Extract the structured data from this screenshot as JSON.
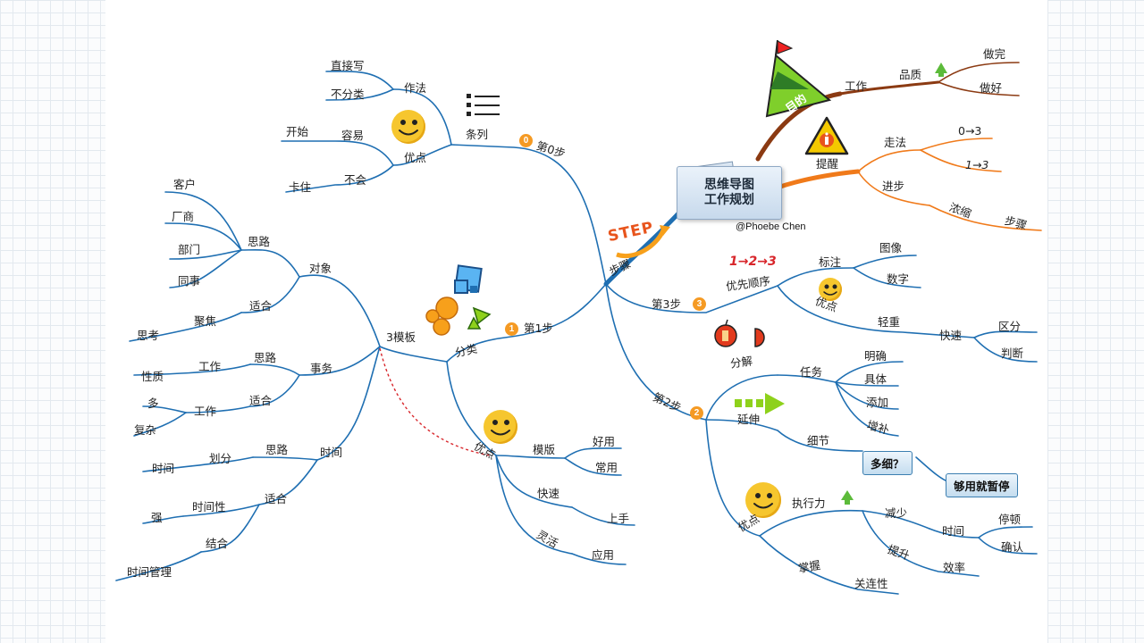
{
  "central": {
    "title_line1": "思维导图",
    "title_line2": "工作规划",
    "author": "@Phoebe Chen"
  },
  "purpose": {
    "label": "目的",
    "work": "工作",
    "quality": "品质",
    "done": "做完",
    "good": "做好"
  },
  "remind": {
    "label": "提醒",
    "walk": "走法",
    "walk_a": "0→3",
    "walk_b": "1→3",
    "progress": "进步",
    "condense": "浓缩",
    "steps": "步骤"
  },
  "steps_branch": {
    "label": "步骤",
    "step_icon_text": "STEP"
  },
  "step0": {
    "label": "第0步",
    "badge": "0",
    "list": "条列",
    "method": "作法",
    "direct": "直接写",
    "no_class": "不分类",
    "advantage": "优点",
    "easy": "容易",
    "start": "开始",
    "wont": "不会",
    "stuck": "卡住"
  },
  "step1": {
    "label": "第1步",
    "badge": "1",
    "classify": "分类",
    "template3": "3模板",
    "object": "对象",
    "thinking": "思路",
    "client": "客户",
    "vendor": "厂商",
    "dept": "部门",
    "colleague": "同事",
    "fit": "适合",
    "focus": "聚焦",
    "think": "思考",
    "affairs": "事务",
    "aff_thinking": "思路",
    "aff_work": "工作",
    "nature": "性质",
    "aff_fit": "适合",
    "aff_work2": "工作",
    "many": "多",
    "complex": "复杂",
    "time": "时间",
    "time_thinking": "思路",
    "divide": "划分",
    "time_word": "时间",
    "time_fit": "适合",
    "timeliness": "时间性",
    "strong": "强",
    "combine": "结合",
    "time_mgmt": "时间管理",
    "adv": "优点",
    "template": "模版",
    "good_use": "好用",
    "common": "常用",
    "fast": "快速",
    "get_started": "上手",
    "flexible": "灵活",
    "apply": "应用"
  },
  "step3": {
    "label": "第3步",
    "badge": "3",
    "priority": "优先顺序",
    "priority_icon": "1→2→3",
    "annotate": "标注",
    "icon": "图像",
    "number": "数字",
    "adv": "优点",
    "weight": "轻重",
    "fast": "快速",
    "distinguish": "区分",
    "judge": "判断"
  },
  "step2": {
    "label": "第2步",
    "badge": "2",
    "decompose": "分解",
    "task": "任务",
    "clear": "明确",
    "specific": "具体",
    "add": "添加",
    "supplement": "增补",
    "extend": "延伸",
    "detail": "细节",
    "how_detailed": "多细？",
    "enough_pause": "够用就暂停",
    "adv": "优点",
    "execution": "执行力",
    "reduce": "减少",
    "time": "时间",
    "pause": "停顿",
    "confirm": "确认",
    "improve": "提升",
    "efficiency": "效率",
    "master": "掌握",
    "relevance": "关连性"
  },
  "colors": {
    "branch_blue": "#1f6fb2",
    "purpose_brown": "#8b3a12",
    "remind_orange": "#f07a1a",
    "badge_orange": "#f59a23",
    "dashed_red": "#d8262b"
  }
}
